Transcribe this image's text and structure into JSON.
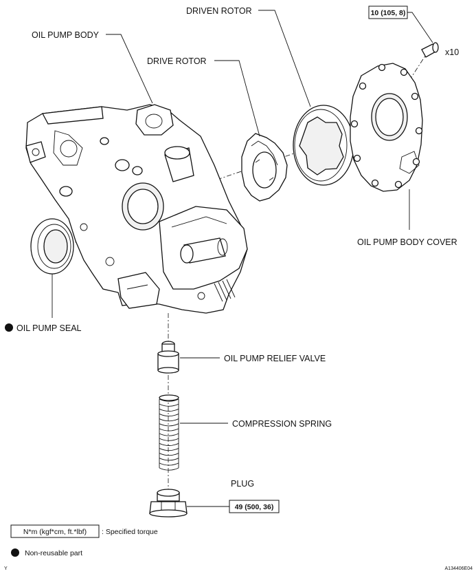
{
  "labels": {
    "driven_rotor": "DRIVEN ROTOR",
    "oil_pump_body": "OIL PUMP BODY",
    "drive_rotor": "DRIVE ROTOR",
    "oil_pump_body_cover": "OIL PUMP BODY COVER",
    "oil_pump_seal": "OIL PUMP SEAL",
    "oil_pump_relief_valve": "OIL PUMP RELIEF VALVE",
    "compression_spring": "COMPRESSION SPRING",
    "plug": "PLUG"
  },
  "torque": {
    "cover_bolts": "10 (105, 8)",
    "bolt_quantity": "x10",
    "plug": "49 (500, 36)"
  },
  "legend": {
    "torque_unit_box": "N*m (kgf*cm, ft.*lbf)",
    "torque_text": ": Specified torque",
    "non_reusable_text": "Non-reusable part"
  },
  "footer": {
    "corner_mark": "Y",
    "figure_id": "A134406E04"
  },
  "colors": {
    "ink": "#111111",
    "paper": "#ffffff"
  }
}
